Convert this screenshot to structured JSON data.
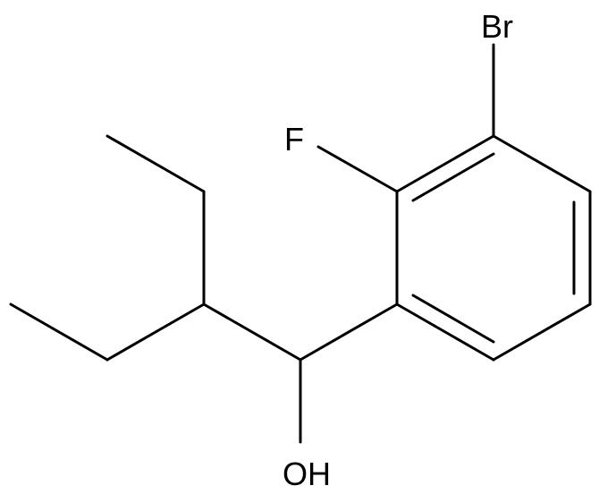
{
  "molecule": {
    "atoms": {
      "bromine": "Br",
      "fluorine": "F",
      "hydroxyl": "OH"
    }
  }
}
